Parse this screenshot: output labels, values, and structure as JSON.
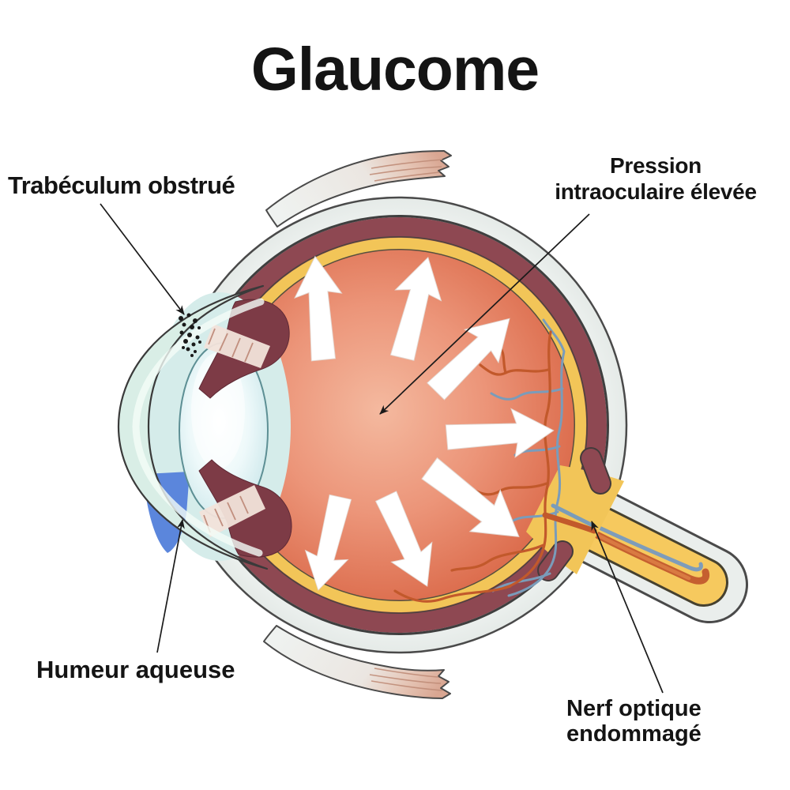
{
  "title": "Glaucome",
  "labels": {
    "trabeculum": "Trabéculum obstrué",
    "pressure_line1": "Pression",
    "pressure_line2": "intraoculaire élevée",
    "aqueous": "Humeur aqueuse",
    "nerve_line1": "Nerf optique",
    "nerve_line2": "endommagé"
  },
  "annotations": {
    "pressure_arrow_count": 7,
    "pointer_label_count": 4
  },
  "parts_depicted": [
    "cornea",
    "anterior-chamber",
    "aqueous-humor",
    "trabecular-meshwork-blockage",
    "iris",
    "ciliary-body",
    "zonule-fibers",
    "lens",
    "sclera",
    "choroid",
    "retina",
    "vitreous-body",
    "retinal-blood-vessels",
    "optic-nerve",
    "optic-nerve-artery",
    "optic-nerve-vein",
    "superior-rectus-muscle",
    "inferior-rectus-muscle"
  ],
  "colors": {
    "background": "#ffffff",
    "text": "#141414",
    "pointer_line": "#1a1a1a",
    "pressure_arrow": "#ffffff",
    "sclera": "#eff3f1",
    "sclera_outline": "#4a4a4a",
    "cornea": "#d9eee6",
    "anterior_chamber": "#d5ecea",
    "aqueous_humor_blue": "#5b86dc",
    "iris_ciliary": "#7d3b46",
    "lens": "#e8f6f7",
    "choroid": "#8e4852",
    "retina_yellow": "#f2c558",
    "vitreous_center": "#f4b99f",
    "vitreous_edge": "#d65e3d",
    "artery": "#c2592b",
    "vein": "#7a9cba",
    "optic_nerve_sheath": "#eaeeec",
    "muscle_tendon": "#eff2f0",
    "muscle_fiber_tip": "#d9a692",
    "blockage_dots": "#1a1a1a"
  }
}
